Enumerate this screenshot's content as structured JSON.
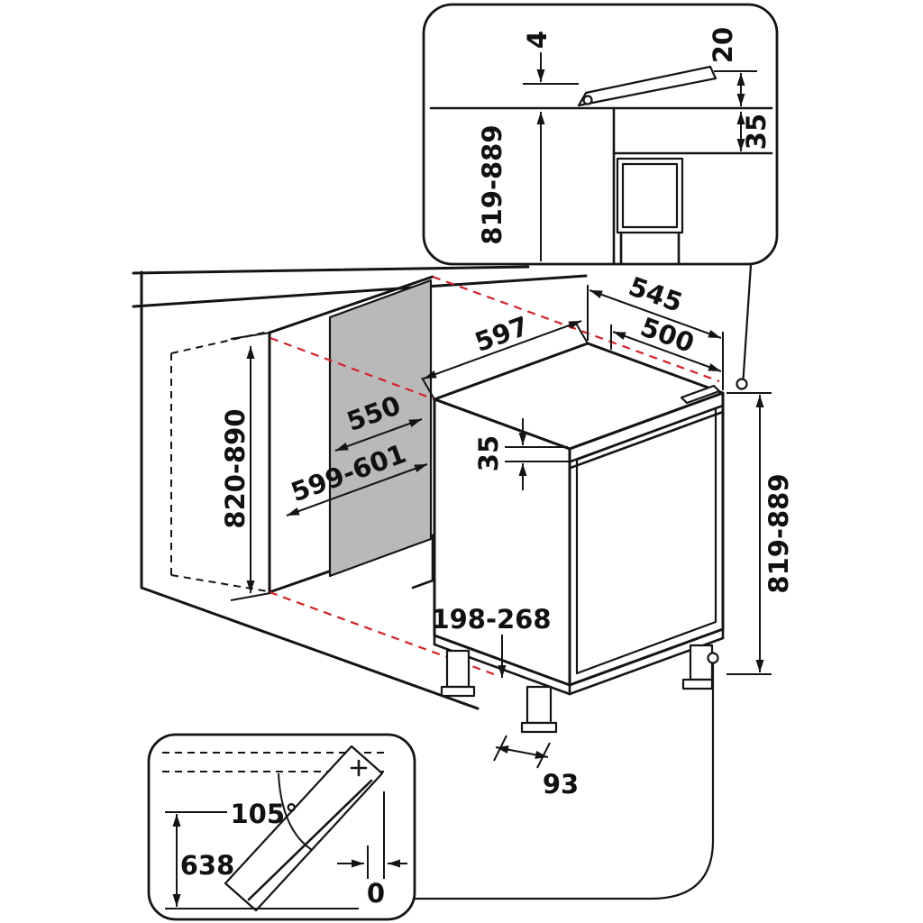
{
  "diagram": {
    "type": "appliance-installation-dimensions",
    "colors": {
      "line": "#141414",
      "red_dashed": "#d2232a",
      "niche_shade": "#b9b9b9",
      "background": "#ffffff"
    },
    "top_detail": {
      "flap_gap": "4",
      "flap_rise": "20",
      "top_clearance": "35",
      "appliance_height": "819-889"
    },
    "main_view": {
      "top_depth_total": "545",
      "top_depth_cabinet": "500",
      "width": "597",
      "niche_depth": "550",
      "niche_width": "599-601",
      "niche_height": "820-890",
      "door_top_gap": "35",
      "appliance_height": "819-889",
      "plinth_height": "198-268",
      "foot_depth": "93"
    },
    "door_swing": {
      "opening_angle": "105°",
      "door_clearance": "638",
      "side_clearance": "0"
    }
  }
}
